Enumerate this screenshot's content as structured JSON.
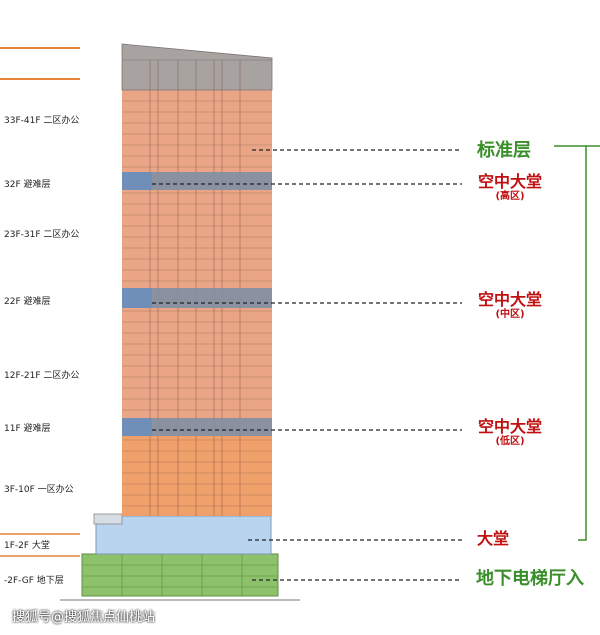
{
  "floor_labels": {
    "zone2_upper": "33F-41F 二区办公",
    "refuge_32": "32F 避难层",
    "zone2_mid": "23F-31F 二区办公",
    "refuge_22": "22F 避难层",
    "zone2_low": "12F-21F 二区办公",
    "refuge_11": "11F 避难层",
    "zone1": "3F-10F 一区办公",
    "lobby": "1F-2F 大堂",
    "basement": "-2F-GF 地下层"
  },
  "callouts": {
    "standard_floor": "标准层",
    "sky_lobby_high": "空中大堂",
    "sky_lobby_high_sub": "(高区)",
    "sky_lobby_mid": "空中大堂",
    "sky_lobby_mid_sub": "(中区)",
    "sky_lobby_low": "空中大堂",
    "sky_lobby_low_sub": "(低区)",
    "main_lobby": "大堂",
    "basement_elevator_hall": "地下电梯厅入"
  },
  "watermark": "搜狐号@搜狐焦点仙桃站",
  "colors": {
    "office": "#e9a585",
    "office_low": "#f0a06a",
    "top": "#a8a2a0",
    "refuge": "#7f95ad",
    "lobby": "#b8d4ee",
    "basement": "#8dc16a",
    "accent_orange": "#e8843a",
    "callout_red": "#c01010",
    "callout_green": "#3a8f2a"
  }
}
